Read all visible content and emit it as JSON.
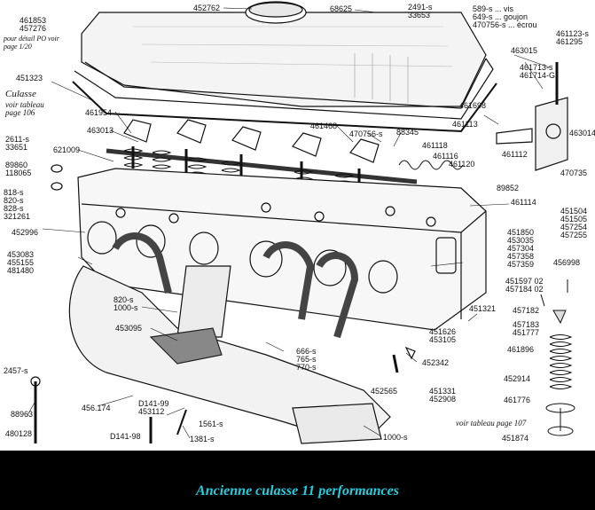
{
  "caption": "Ancienne culasse 11 performances",
  "labels": {
    "l452762": "452762",
    "l68625": "68625",
    "l2491": "2491-s\n33653",
    "l589": "589-s ... vis\n649-s ... goujon\n470756-s ... écrou",
    "l461123": "461123-s\n461295",
    "l461853": "461853\n457276",
    "l_pourdetail": "pour détail PO voir\npage 1/20",
    "l451323": "451323",
    "l_culasse": "Culasse",
    "l_voirtab": "voir tableau\npage 106",
    "l461954": "461954",
    "l463013": "463013",
    "l461468": "461468",
    "l470756": "470756-s",
    "l88345": "88345",
    "l463015": "463015",
    "l461713": "461713-s\n461714-G",
    "l461698": "461698",
    "l461113": "461113",
    "l463014": "463014",
    "l461112": "461112",
    "l2611": "2611-s\n33651",
    "l621009": "621009",
    "l89860": "89860\n118065",
    "l461118": "461118",
    "l461116": "461116",
    "l461120": "461120",
    "l470735": "470735",
    "l89852": "89852",
    "l818": "818-s\n820-s\n828-s\n321261",
    "l461114": "461114",
    "l451504": "451504\n451505\n457254\n457255",
    "l452996": "452996",
    "l451850": "451850\n453035\n457304\n457358\n457359",
    "l453083": "453083\n455155\n481480",
    "l456998": "456998",
    "l451597": "451597 02\n457184 02",
    "l820": "820-s\n1000-s",
    "l451321": "451321",
    "l457182": "457182",
    "l457183": "457183\n451777",
    "l453095": "453095",
    "l451626": "451626\n453105",
    "l461896": "461896",
    "l666": "666-s\n765-s\n770-s",
    "l452342": "452342",
    "l2457": "2457-s",
    "l452914": "452914",
    "l451331": "451331\n452908",
    "l452565": "452565",
    "l461776": "461776",
    "l88963": "88963",
    "l456174": "456.174",
    "l141": "D141-99\n453112",
    "l1561": "1561-s",
    "l_voirtab107": "voir tableau page 107",
    "l480128": "480128",
    "l14198": "D141-98",
    "l1381": "1381-s",
    "l1000": "1000-s",
    "l451874": "451874"
  }
}
